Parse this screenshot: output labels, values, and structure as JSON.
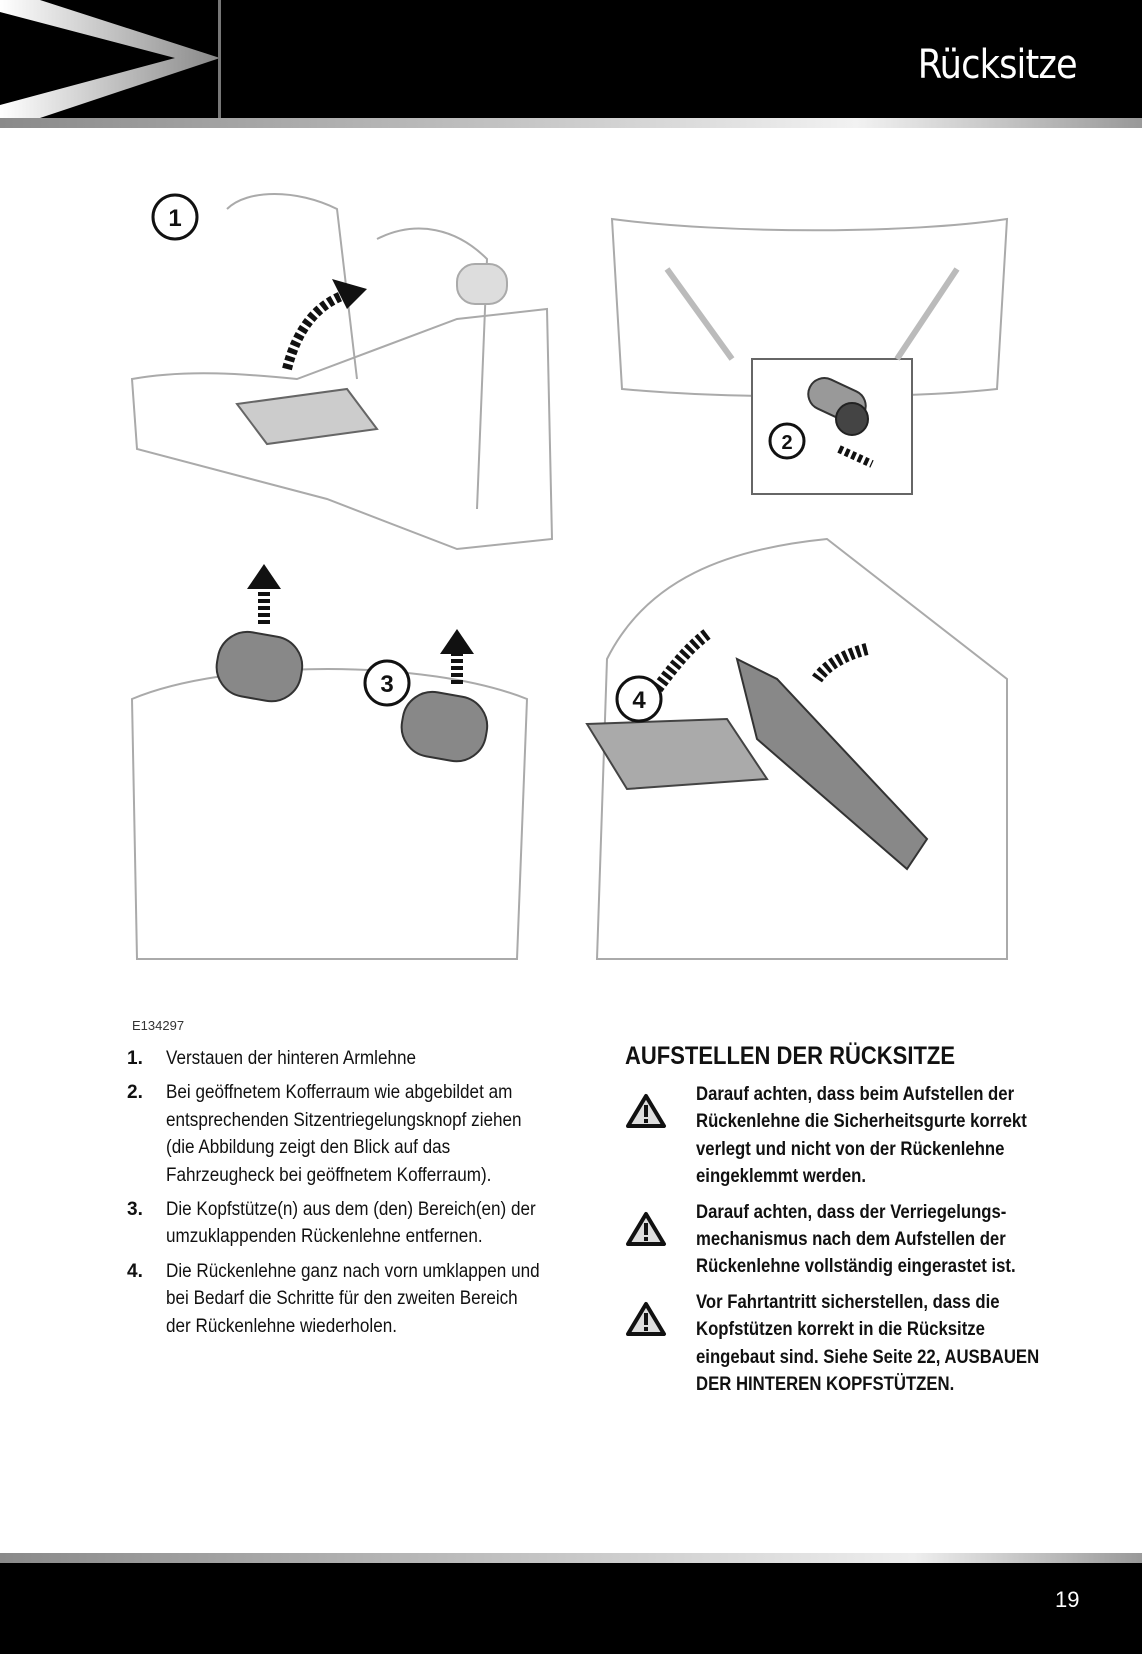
{
  "header": {
    "title": "Rücksitze"
  },
  "figure": {
    "id": "E134297",
    "callouts": [
      "1",
      "2",
      "3",
      "4"
    ]
  },
  "steps": [
    {
      "num": "1.",
      "text": "Verstauen der hinteren Armlehne"
    },
    {
      "num": "2.",
      "text": "Bei geöffnetem Kofferraum wie abgebildet am entsprechenden Sitzentriegelungsknopf ziehen (die Abbildung zeigt den Blick auf das Fahrzeugheck bei geöffnetem Kofferraum)."
    },
    {
      "num": "3.",
      "text": "Die Kopfstütze(n) aus dem (den) Bereich(en) der umzuklappenden Rückenlehne entfernen."
    },
    {
      "num": "4.",
      "text": "Die Rückenlehne ganz nach vorn umklappen und bei Bedarf die Schritte für den zweiten Bereich der Rückenlehne wiederholen."
    }
  ],
  "section": {
    "title": "AUFSTELLEN DER RÜCKSITZE",
    "warnings": [
      "Darauf achten, dass beim Aufstellen der Rückenlehne die Sicherheitsgurte korrekt verlegt und nicht von der Rückenlehne eingeklemmt werden.",
      "Darauf achten, dass der Verriegelungs-mechanismus nach dem Aufstellen der Rückenlehne vollständig eingerastet ist.",
      "Vor Fahrtantritt sicherstellen, dass die Kopfstützen korrekt in die Rücksitze eingebaut sind. Siehe Seite 22, AUSBAUEN DER HINTEREN KOPFSTÜTZEN."
    ]
  },
  "footer": {
    "page": "19"
  }
}
